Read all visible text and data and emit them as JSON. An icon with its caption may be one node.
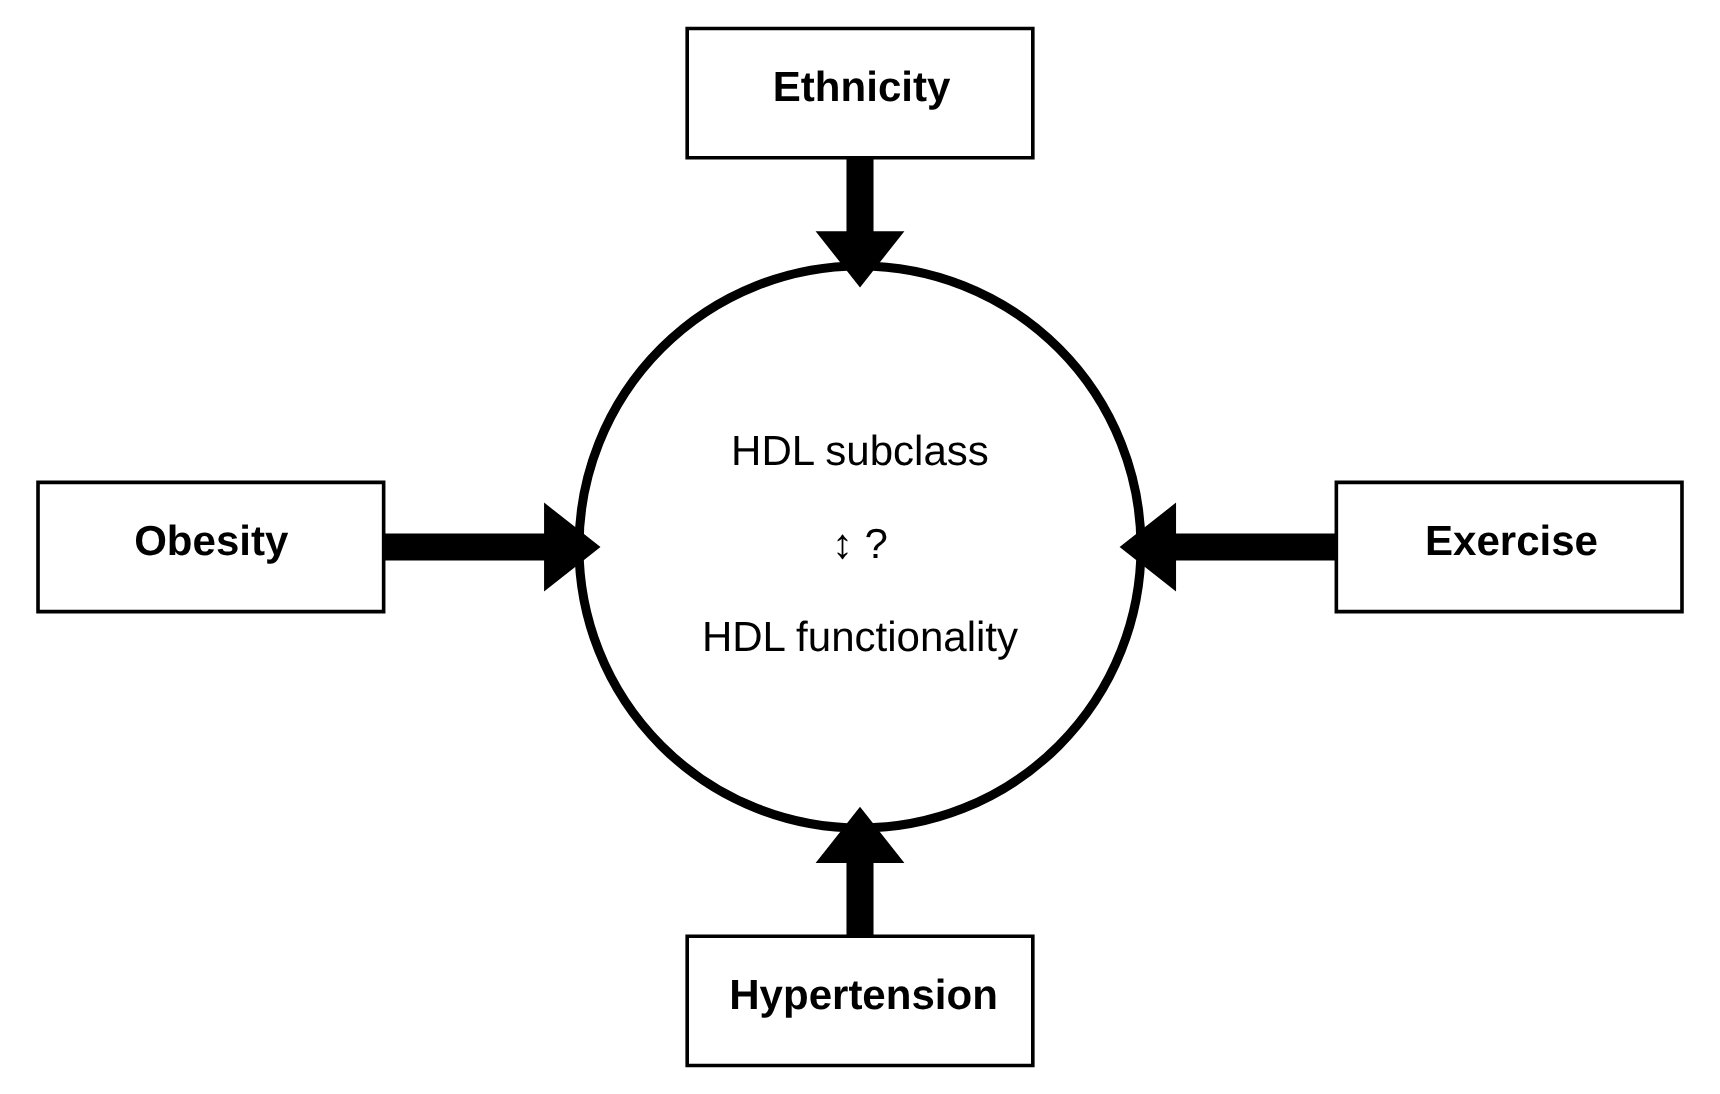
{
  "diagram": {
    "nodes": [
      {
        "text": [
          "Ethnicity"
        ]
      },
      {
        "text": [
          "Obesity"
        ]
      },
      {
        "text": [
          "HDL subclass",
          "↕ ?",
          "HDL functionality"
        ]
      },
      {
        "text": [
          "Exercise"
        ]
      },
      {
        "text": [
          "Hypertension"
        ]
      }
    ],
    "edges": [
      {
        "from": 0,
        "to": 2,
        "arrow": "to"
      },
      {
        "from": 1,
        "to": 2,
        "arrow": "to"
      },
      {
        "from": 3,
        "to": 2,
        "arrow": "to"
      },
      {
        "from": 4,
        "to": 2,
        "arrow": "to"
      }
    ]
  }
}
